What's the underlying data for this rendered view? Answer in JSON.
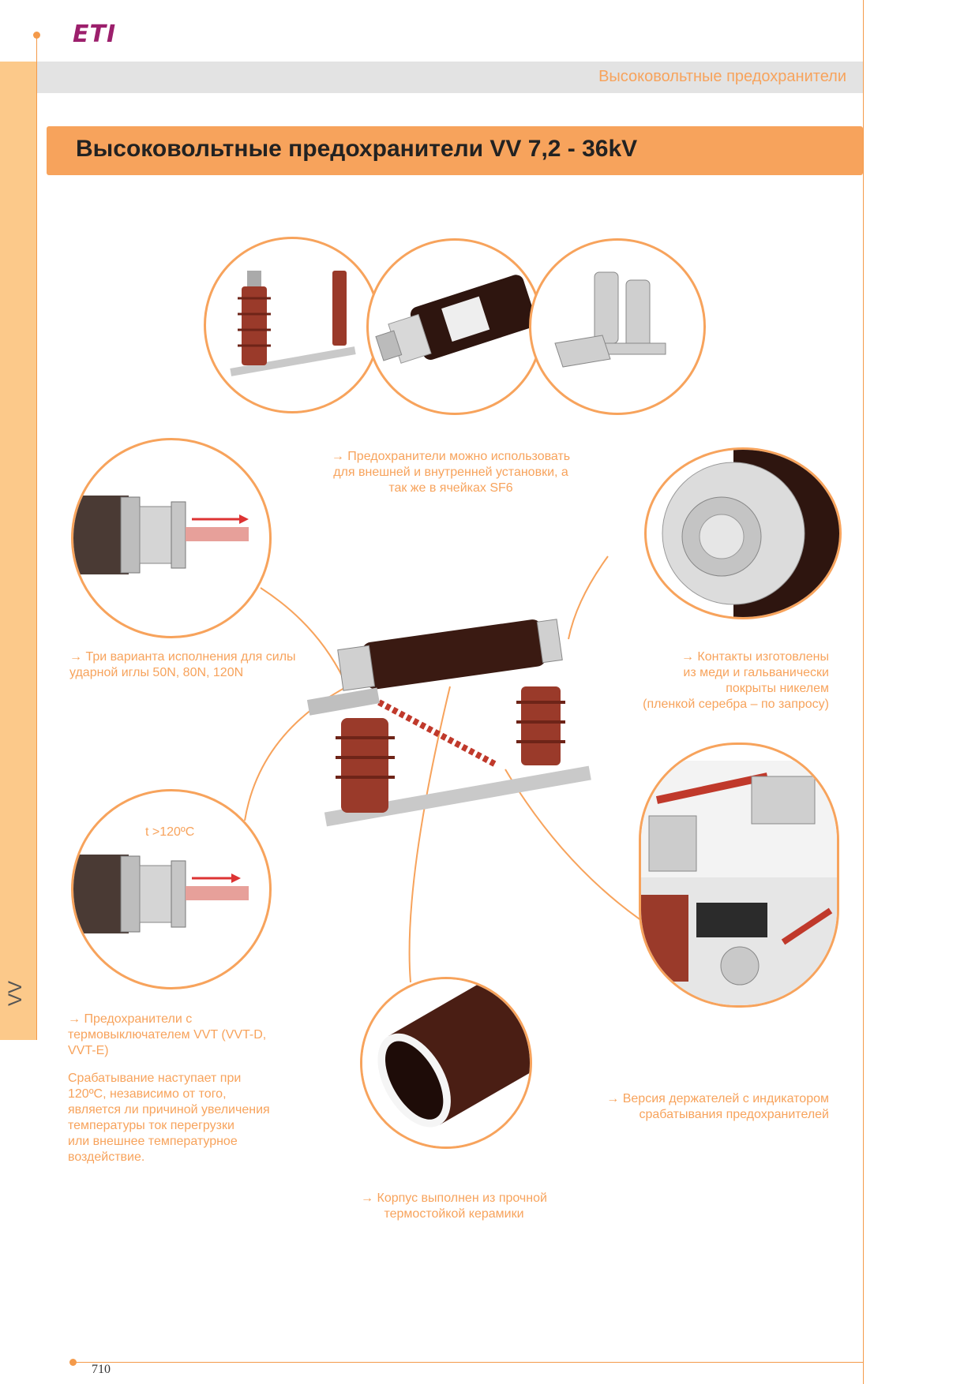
{
  "brand": {
    "logo_text": "ETI"
  },
  "header": {
    "section_title": "Высоковольтные предохранители"
  },
  "title": "Высоковольтные предохранители VV 7,2 - 36kV",
  "side_tab": "VV",
  "captions": {
    "top": [
      "→ Предохранители можно использовать",
      "для внешней и внутренней установки, а",
      "так же в ячейках SF6"
    ],
    "left_mid": [
      "→ Три варианта исполнения для силы",
      "ударной иглы 50N, 80N, 120N"
    ],
    "right_mid": [
      "→ Контакты изготовлены",
      "из меди и гальванически",
      "покрыты никелем",
      "(пленкой серебра – по запросу)"
    ],
    "temp_label": "t >120ºC",
    "left_bottom": [
      "→ Предохранители с",
      "термовыключателем VVT (VVT-D,",
      "VVT-E)"
    ],
    "left_bottom_desc": [
      "Срабатывание наступает при",
      "120ºC, независимо от того,",
      "является ли причиной увеличения",
      "температуры ток перегрузки",
      "или внешнее температурное",
      "воздействие."
    ],
    "right_bottom": [
      "→ Версия держателей с индикатором",
      "срабатывания предохранителей"
    ],
    "center_bottom": [
      "→ Корпус выполнен из прочной",
      "термостойкой керамики"
    ]
  },
  "footer": {
    "page_number": "710"
  },
  "colors": {
    "accent": "#f7a35c",
    "brand": "#9c1f6c",
    "ceramic": "#9a3a2a",
    "fuse_body": "#3a1a12"
  }
}
